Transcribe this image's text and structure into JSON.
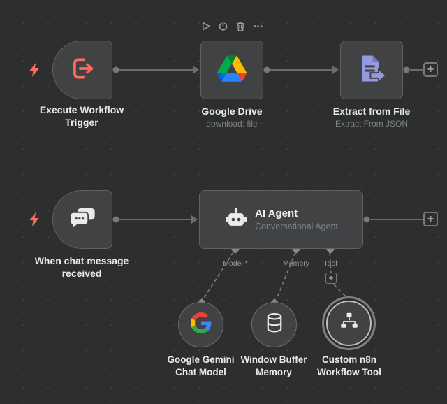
{
  "canvas": {
    "theme": "dark",
    "background": "#2d2e2e",
    "accent": "#ff6d5a"
  },
  "node_toolbar": {
    "icons": [
      "play-icon",
      "power-icon",
      "trash-icon",
      "ellipsis-icon"
    ]
  },
  "buttons": {
    "plus": "+"
  },
  "nodes": {
    "execute_workflow_trigger": {
      "label": "Execute Workflow Trigger"
    },
    "google_drive": {
      "label": "Google Drive",
      "subtitle": "download: file"
    },
    "extract_from_file": {
      "label": "Extract from File",
      "subtitle": "Extract From JSON"
    },
    "when_chat_message_received": {
      "label": "When chat message received"
    },
    "ai_agent": {
      "label": "AI Agent",
      "subtitle": "Conversational Agent"
    },
    "google_gemini_chat_model": {
      "label": "Google Gemini Chat Model"
    },
    "window_buffer_memory": {
      "label": "Window Buffer Memory"
    },
    "custom_n8n_workflow_tool": {
      "label": "Custom n8n Workflow Tool"
    }
  },
  "ai_agent_ports": {
    "model": {
      "label": "Model",
      "required_mark": "*"
    },
    "memory": {
      "label": "Memory"
    },
    "tool": {
      "label": "Tool"
    }
  },
  "icon_colors": {
    "lightning": "#ff6d5a",
    "execute_arrow": "#ff6d5a",
    "extract_file": "#9599e2",
    "google_blue": "#4285F4",
    "google_red": "#EA4335",
    "google_yellow": "#FBBC05",
    "google_green": "#34A853",
    "drive_green": "#00ac47",
    "drive_blue": "#2684fc",
    "drive_yellow": "#ffba00"
  }
}
